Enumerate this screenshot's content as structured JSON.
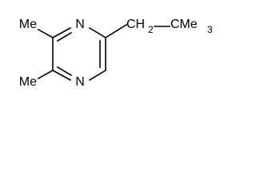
{
  "molecule": {
    "atoms": {
      "n_top": "N",
      "n_bottom": "N",
      "methyl_top": "Me",
      "methyl_bottom": "Me",
      "chain_ch2_main": "CH",
      "chain_ch2_sub": "2",
      "chain_cme3_main": "CMe",
      "chain_cme3_sub": "3"
    },
    "colors": {
      "bond": "#000000",
      "text": "#000000",
      "background": "#ffffff"
    }
  }
}
